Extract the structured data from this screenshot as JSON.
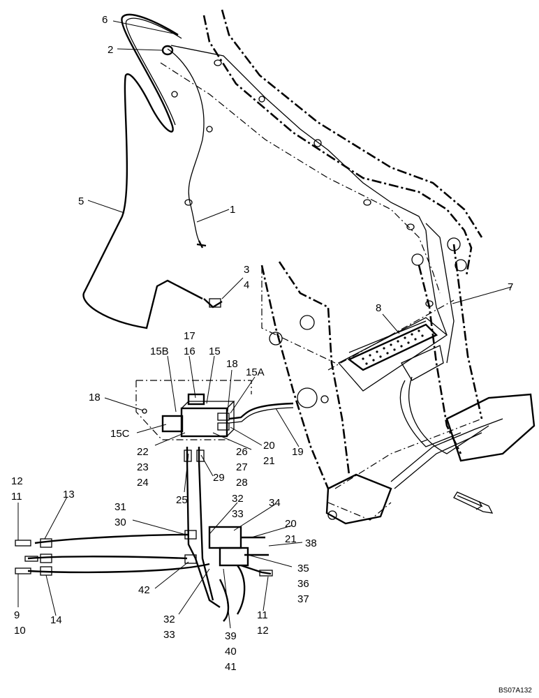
{
  "drawing": {
    "reference_code": "BS07A132"
  },
  "callouts": [
    {
      "id": "c6",
      "text": "6"
    },
    {
      "id": "c2",
      "text": "2"
    },
    {
      "id": "c5",
      "text": "5"
    },
    {
      "id": "c1",
      "text": "1"
    },
    {
      "id": "c3",
      "text": "3"
    },
    {
      "id": "c4",
      "text": "4"
    },
    {
      "id": "c7",
      "text": "7"
    },
    {
      "id": "c8",
      "text": "8"
    },
    {
      "id": "c17",
      "text": "17"
    },
    {
      "id": "c16",
      "text": "16"
    },
    {
      "id": "c15",
      "text": "15"
    },
    {
      "id": "c15B",
      "text": "15B"
    },
    {
      "id": "c18a",
      "text": "18"
    },
    {
      "id": "c18b",
      "text": "18"
    },
    {
      "id": "c15A",
      "text": "15A"
    },
    {
      "id": "c15C",
      "text": "15C"
    },
    {
      "id": "c22",
      "text": "22"
    },
    {
      "id": "c23",
      "text": "23"
    },
    {
      "id": "c24",
      "text": "24"
    },
    {
      "id": "c26",
      "text": "26"
    },
    {
      "id": "c27",
      "text": "27"
    },
    {
      "id": "c28",
      "text": "28"
    },
    {
      "id": "c20a",
      "text": "20"
    },
    {
      "id": "c21a",
      "text": "21"
    },
    {
      "id": "c19",
      "text": "19"
    },
    {
      "id": "c25",
      "text": "25"
    },
    {
      "id": "c29",
      "text": "29"
    },
    {
      "id": "c12a",
      "text": "12"
    },
    {
      "id": "c11a",
      "text": "11"
    },
    {
      "id": "c13",
      "text": "13"
    },
    {
      "id": "c31",
      "text": "31"
    },
    {
      "id": "c30",
      "text": "30"
    },
    {
      "id": "c32a",
      "text": "32"
    },
    {
      "id": "c33a",
      "text": "33"
    },
    {
      "id": "c34",
      "text": "34"
    },
    {
      "id": "c20b",
      "text": "20"
    },
    {
      "id": "c21b",
      "text": "21"
    },
    {
      "id": "c38",
      "text": "38"
    },
    {
      "id": "c35",
      "text": "35"
    },
    {
      "id": "c36",
      "text": "36"
    },
    {
      "id": "c37",
      "text": "37"
    },
    {
      "id": "c42",
      "text": "42"
    },
    {
      "id": "c9",
      "text": "9"
    },
    {
      "id": "c10",
      "text": "10"
    },
    {
      "id": "c14",
      "text": "14"
    },
    {
      "id": "c11b",
      "text": "11"
    },
    {
      "id": "c12b",
      "text": "12"
    },
    {
      "id": "c32b",
      "text": "32"
    },
    {
      "id": "c33b",
      "text": "33"
    },
    {
      "id": "c39",
      "text": "39"
    },
    {
      "id": "c40",
      "text": "40"
    },
    {
      "id": "c41",
      "text": "41"
    }
  ]
}
